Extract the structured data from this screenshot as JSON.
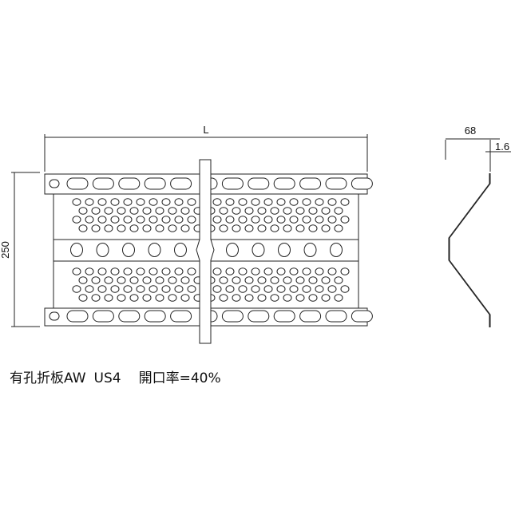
{
  "drawing": {
    "length_label": "L",
    "height_label": "250",
    "profile_width_label": "68",
    "thickness_label": "1.6"
  },
  "caption": {
    "product": "有孔折板AW",
    "model": "US4",
    "opening_ratio": "開口率=40%"
  }
}
